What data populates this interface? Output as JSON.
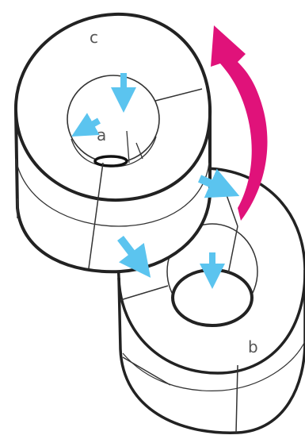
{
  "labels": {
    "c": "c",
    "a": "a",
    "b": "b"
  },
  "colors": {
    "outline": "#222222",
    "thin_line": "#333333",
    "flow_arrow": "#5bc4ef",
    "magenta_arrow": "#e0127a",
    "background": "#ffffff"
  },
  "icons": {
    "flow_arrow": "arrow-icon",
    "rotation_arrow": "curved-arrow-icon"
  }
}
